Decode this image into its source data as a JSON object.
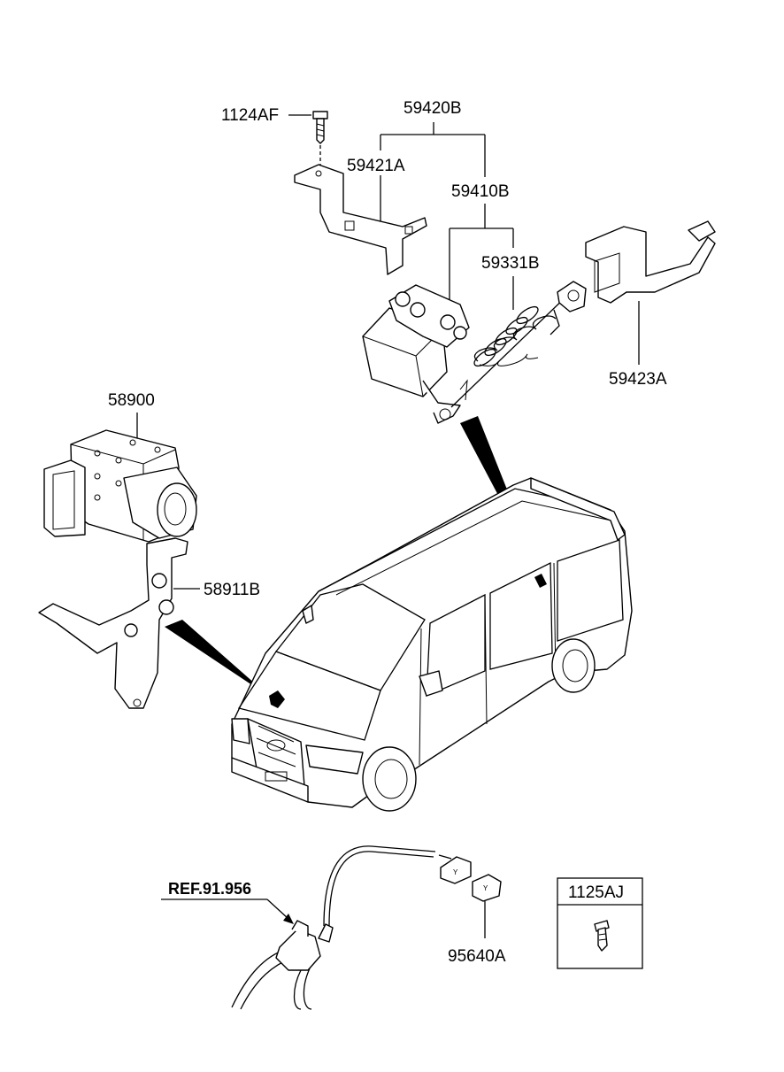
{
  "labels": {
    "p1124AF": "1124AF",
    "p59420B": "59420B",
    "p59421A": "59421A",
    "p59410B": "59410B",
    "p59331B": "59331B",
    "p59423A": "59423A",
    "p58900": "58900",
    "p58911B": "58911B",
    "pRef": "REF.91.956",
    "p95640A": "95640A",
    "p1125AJ": "1125AJ"
  },
  "icons": {
    "bolt": "bolt-icon",
    "vehicle": "minivan-icon"
  },
  "colors": {
    "line": "#000000",
    "background": "#ffffff"
  }
}
